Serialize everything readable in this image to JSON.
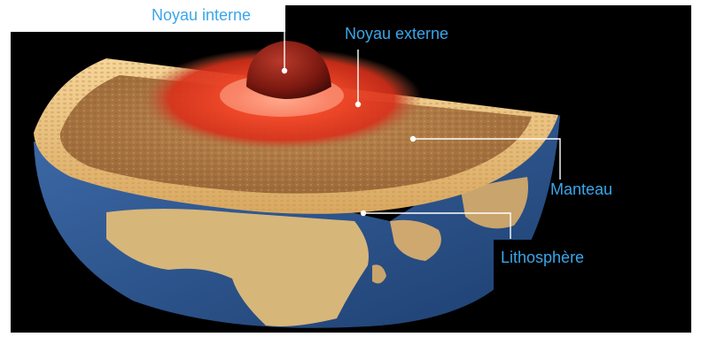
{
  "diagram": {
    "labels": {
      "inner_core": "Noyau interne",
      "outer_core": "Noyau externe",
      "mantle": "Manteau",
      "lithosphere": "Lithosphère"
    },
    "colors": {
      "label_text": "#3aa6ea",
      "background": "#000000",
      "leader_line": "#ffffff",
      "inner_core": "#8a1a10",
      "outer_core": "#f03a20",
      "mantle": "#b07a45",
      "lithosphere": "#f2c88a",
      "ocean": "#2f5c98",
      "land": "#d8b878"
    },
    "layers": [
      "Noyau interne",
      "Noyau externe",
      "Manteau",
      "Lithosphère"
    ]
  }
}
